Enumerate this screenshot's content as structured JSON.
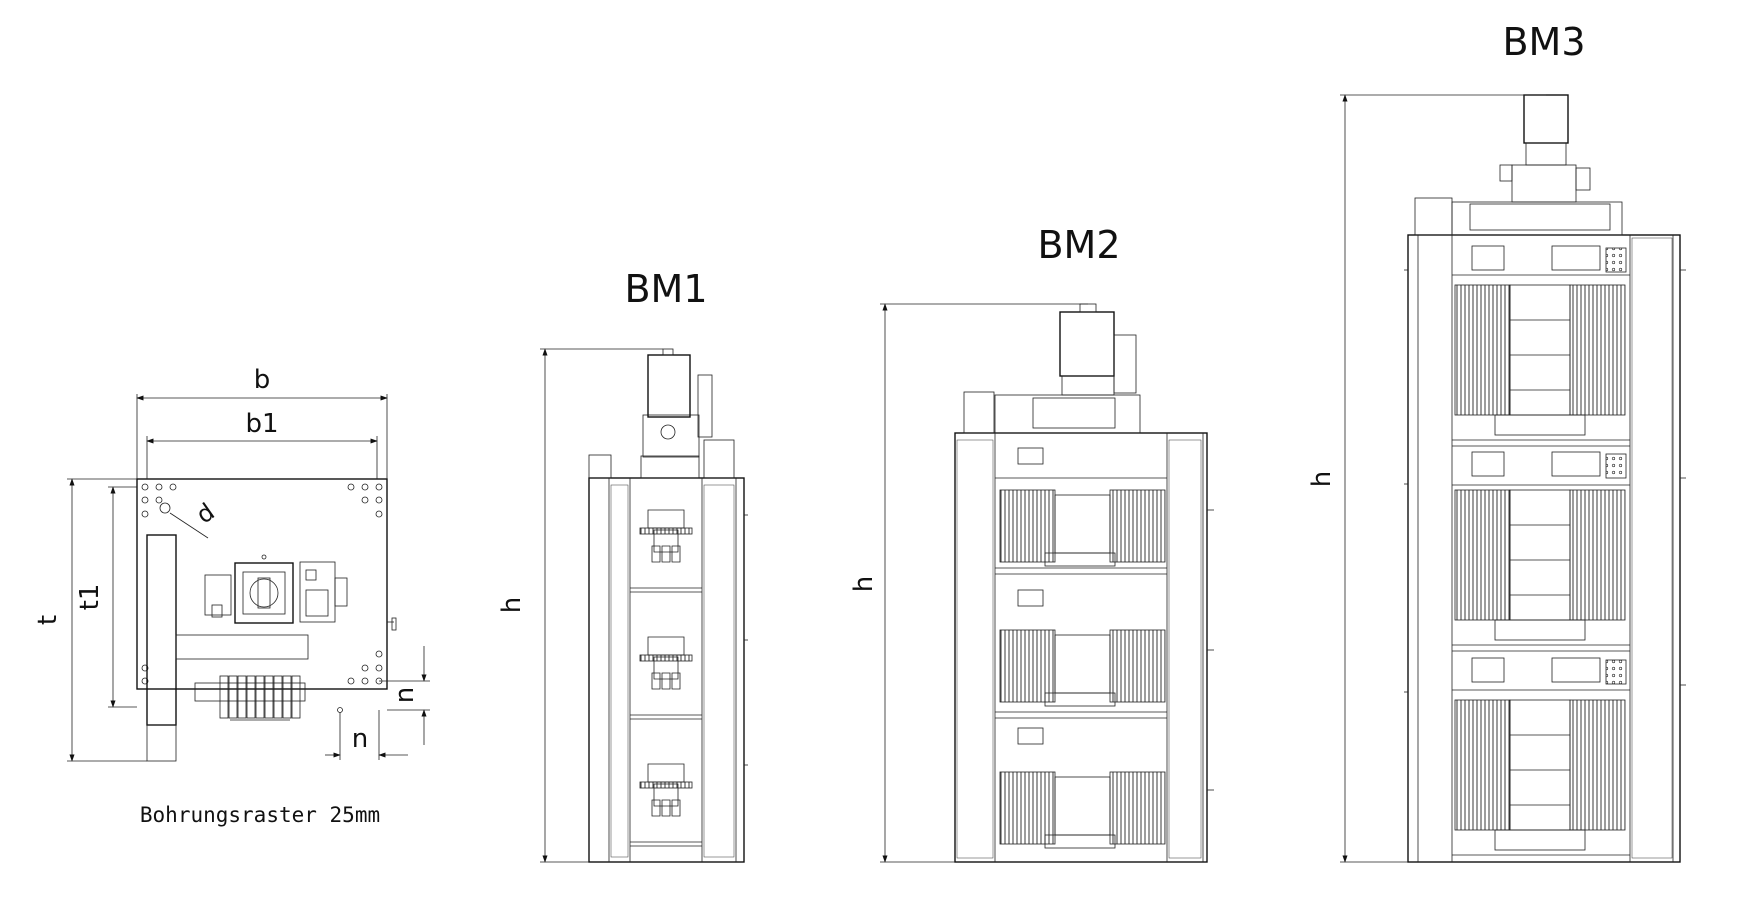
{
  "labels": {
    "bm1": "BM1",
    "bm2": "BM2",
    "bm3": "BM3",
    "dim_b": "b",
    "dim_b1": "b1",
    "dim_t": "t",
    "dim_t1": "t1",
    "dim_d": "d",
    "dim_n_vertical": "n",
    "dim_n_horizontal": "n",
    "dim_h_bm1": "h",
    "dim_h_bm2": "h",
    "dim_h_bm3": "h",
    "hole_grid": "Bohrungsraster 25mm"
  }
}
